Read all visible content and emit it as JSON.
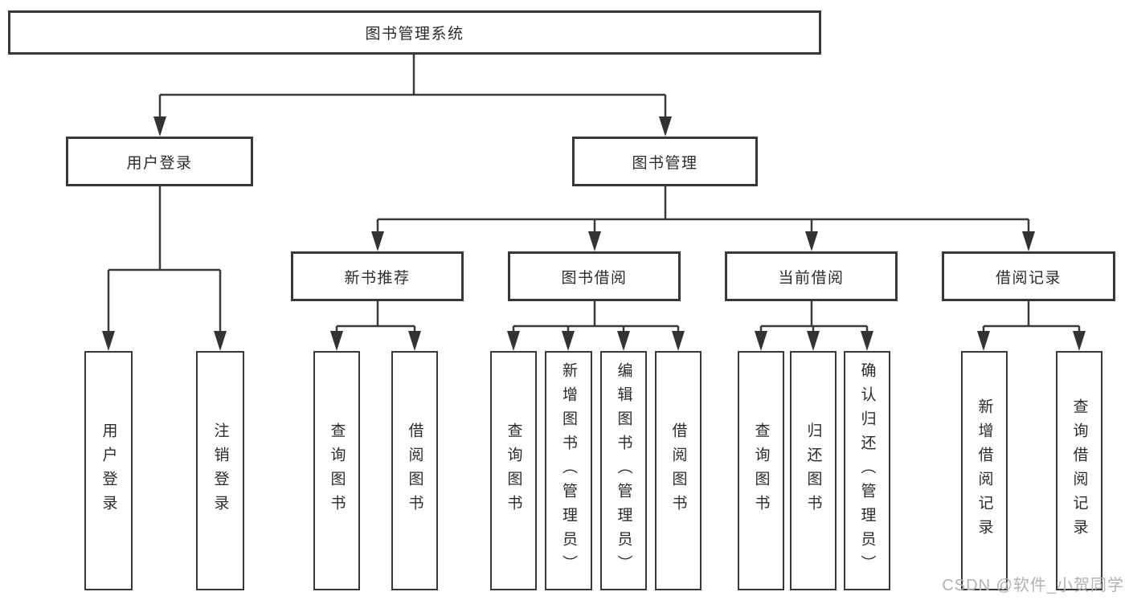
{
  "tree": {
    "label": "图书管理系统",
    "children": [
      {
        "label": "用户登录",
        "children": [
          {
            "label": "用户登录"
          },
          {
            "label": "注销登录"
          }
        ]
      },
      {
        "label": "图书管理",
        "children": [
          {
            "label": "新书推荐",
            "children": [
              {
                "label": "查询图书"
              },
              {
                "label": "借阅图书"
              }
            ]
          },
          {
            "label": "图书借阅",
            "children": [
              {
                "label": "查询图书"
              },
              {
                "label": "新增图书（管理员）"
              },
              {
                "label": "编辑图书（管理员）"
              },
              {
                "label": "借阅图书"
              }
            ]
          },
          {
            "label": "当前借阅",
            "children": [
              {
                "label": "查询图书"
              },
              {
                "label": "归还图书"
              },
              {
                "label": "确认归还（管理员）"
              }
            ]
          },
          {
            "label": "借阅记录",
            "children": [
              {
                "label": "新增借阅记录"
              },
              {
                "label": "查询借阅记录"
              }
            ]
          }
        ]
      }
    ]
  },
  "watermark": {
    "text": "CSDN @软件_小贺同学"
  },
  "colors": {
    "line": "#3a3a3a",
    "box_border": "#383838",
    "text": "#2b2b2b",
    "watermark": "#b2b2b2",
    "background": "#ffffff"
  }
}
